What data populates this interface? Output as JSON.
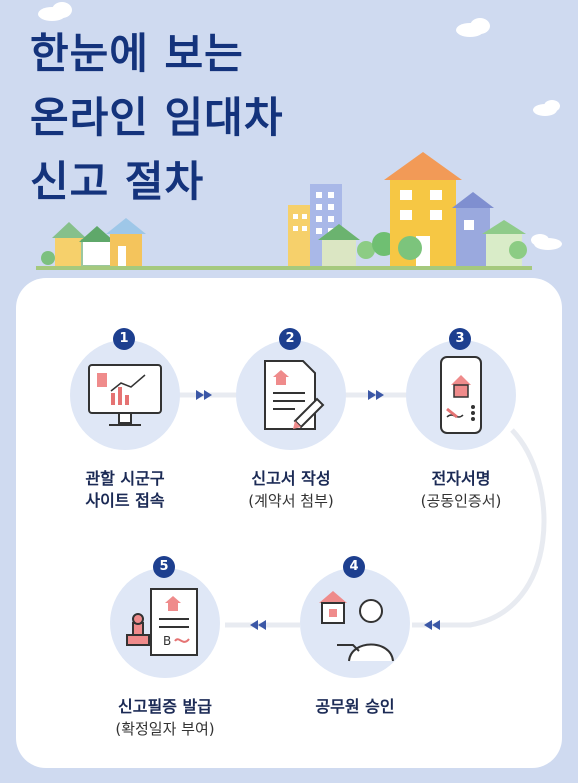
{
  "title": {
    "line1": "한눈에 보는",
    "line2": "온라인 임대차",
    "line3": "신고 절차"
  },
  "steps": [
    {
      "num": "1",
      "label1": "관할 시군구",
      "label2": "사이트 접속",
      "icon": "monitor-chart-icon"
    },
    {
      "num": "2",
      "label1": "신고서 작성",
      "label2": "(계약서 첨부)",
      "icon": "document-pen-icon"
    },
    {
      "num": "3",
      "label1": "전자서명",
      "label2": "(공동인증서)",
      "icon": "phone-signature-icon"
    },
    {
      "num": "4",
      "label1": "공무원 승인",
      "label2": "",
      "icon": "officer-house-icon"
    },
    {
      "num": "5",
      "label1": "신고필증 발급",
      "label2": "(확정일자 부여)",
      "icon": "stamp-certificate-icon"
    }
  ],
  "colors": {
    "background": "#cfdaf0",
    "title": "#14337c",
    "badge": "#1d3f8f",
    "circle": "#dfe7f6"
  }
}
